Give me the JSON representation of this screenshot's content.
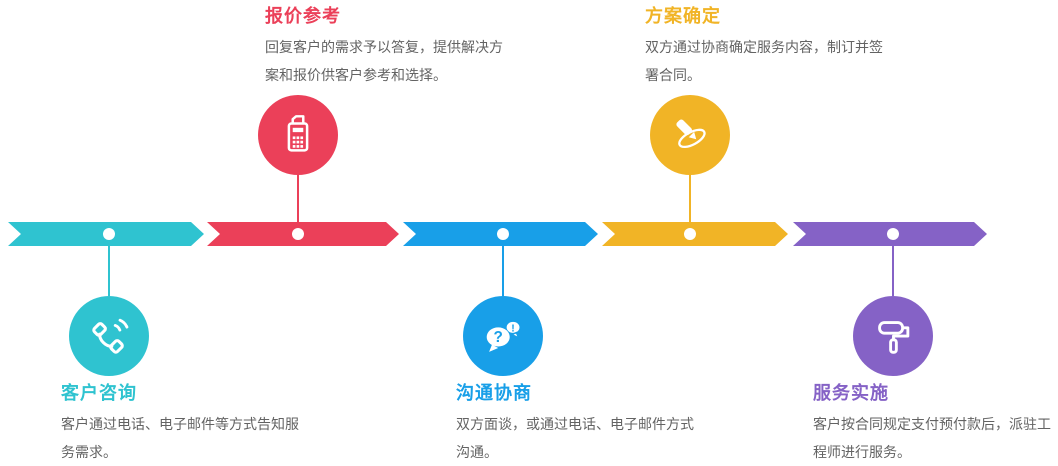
{
  "page": {
    "background": "#ffffff",
    "timeline_dot_color": "#ffffff",
    "description_text_color": "#636363"
  },
  "steps": [
    {
      "title": "客户咨询",
      "desc": [
        "客户通过电话、电子邮件等方式告知服",
        "务需求。"
      ],
      "color": "#2FC3D0",
      "icon": "phone-handset-icon",
      "position": "bottom"
    },
    {
      "title": "报价参考",
      "desc": [
        "回复客户的需求予以答复，提供解决方",
        "案和报价供客户参考和选择。"
      ],
      "color": "#EB4059",
      "icon": "pos-terminal-icon",
      "position": "top"
    },
    {
      "title": "沟通协商",
      "desc": [
        "双方面谈，或通过电话、电子邮件方式",
        "沟通。"
      ],
      "color": "#189FE8",
      "icon": "chat-bubbles-icon",
      "position": "bottom"
    },
    {
      "title": "方案确定",
      "desc": [
        "双方通过协商确定服务内容，制订并签",
        "署合同。"
      ],
      "color": "#F1B426",
      "icon": "pen-orbit-icon",
      "position": "top"
    },
    {
      "title": "服务实施",
      "desc": [
        "客户按合同规定支付预付款后，派驻工",
        "程师进行服务。"
      ],
      "color": "#8562C6",
      "icon": "paint-roller-icon",
      "position": "bottom"
    }
  ]
}
